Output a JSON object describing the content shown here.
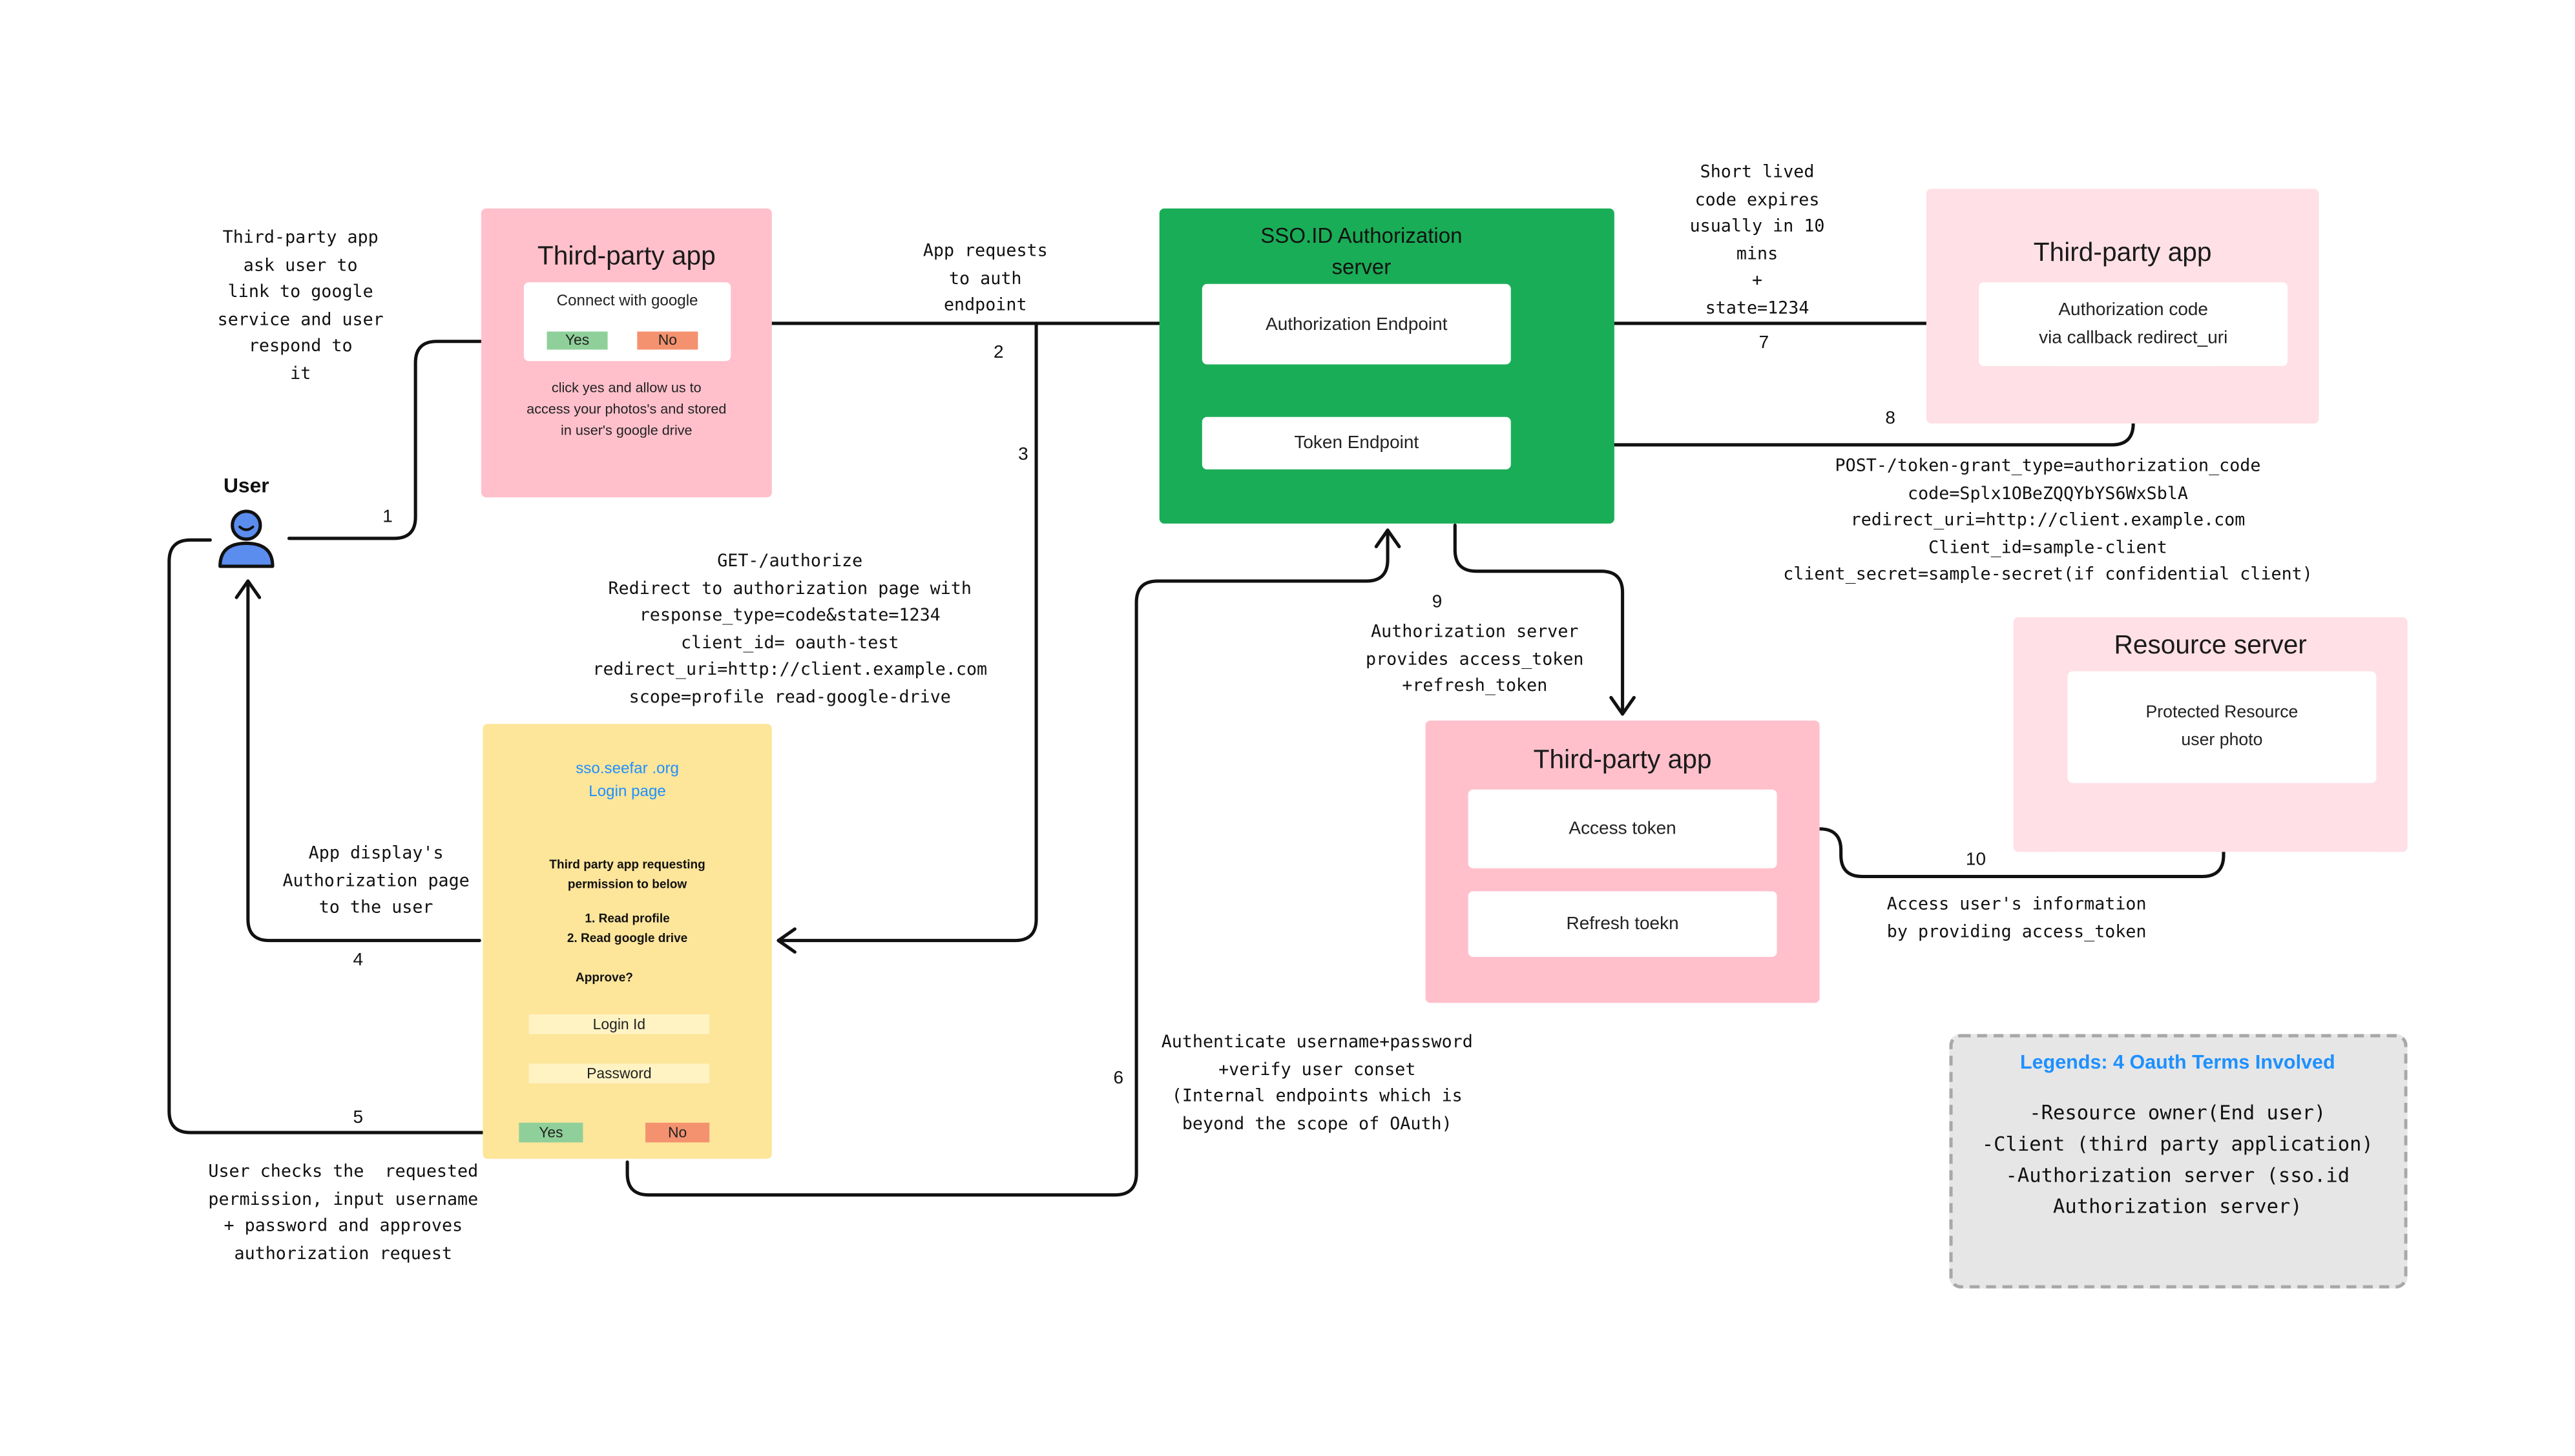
{
  "colors": {
    "pink_panel": "#ffc0cb",
    "light_pink_panel": "#ffe0e6",
    "green_panel": "#1aad57",
    "yellow_panel": "#fde59a",
    "yes_button": "#8fd09a",
    "no_button": "#f4926f",
    "user_icon": "#5b8def",
    "legend_title": "#1e90ff",
    "link_blue": "#1e90ff",
    "legend_bg": "#e6e6e6"
  },
  "user": {
    "label": "User",
    "icon": "user-icon"
  },
  "notes": {
    "ask_user": "Third-party app\nask user to\nlink to google\nservice and user\nrespond to\nit",
    "app_requests": "App requests\nto auth\nendpoint",
    "short_lived": "Short lived\ncode expires\nusually in 10\nmins\n+\nstate=1234",
    "get_authorize": "GET-/authorize\nRedirect to authorization page with\nresponse_type=code&state=1234\nclient_id= oauth-test\nredirect_uri=http://client.example.com\nscope=profile read-google-drive",
    "post_token": "POST-/token-grant_type=authorization_code\ncode=Splx1OBeZQQYbYS6WxSblA\nredirect_uri=http://client.example.com\nClient_id=sample-client\nclient_secret=sample-secret(if confidential client)",
    "provides_token": "Authorization server\nprovides access_token\n+refresh_token",
    "display_auth": "App display's\nAuthorization page\nto the user",
    "authenticate": "Authenticate username+password\n+verify user conset\n(Internal endpoints which is\nbeyond the scope of OAuth)",
    "user_checks": "User checks the  requested\npermission, input username\n+ password and approves\nauthorization request",
    "access_info": "Access user's information\nby providing access_token"
  },
  "steps": [
    "1",
    "2",
    "3",
    "4",
    "5",
    "6",
    "7",
    "8",
    "9",
    "10"
  ],
  "third_party_app_1": {
    "title": "Third-party app",
    "connect_label": "Connect with google",
    "yes": "Yes",
    "no": "No",
    "description": "click yes and allow us to\naccess your photos's and stored\nin user's google drive"
  },
  "sso_server": {
    "title": "SSO.ID Authorization\nserver",
    "auth_endpoint": "Authorization Endpoint",
    "token_endpoint": "Token Endpoint"
  },
  "third_party_app_2": {
    "title": "Third-party app",
    "card_text": "Authorization code\nvia callback redirect_uri"
  },
  "login_page": {
    "domain": "sso.seefar .org",
    "title": "Login page",
    "requesting": "Third party app requesting\npermission to below",
    "permissions": "1. Read profile\n2. Read google drive",
    "approve": "Approve?",
    "login_id": "Login Id",
    "password": "Password",
    "yes": "Yes",
    "no": "No"
  },
  "third_party_app_3": {
    "title": "Third-party app",
    "access_token": "Access token",
    "refresh_token": "Refresh toekn"
  },
  "resource_server": {
    "title": "Resource server",
    "card_text": "Protected Resource\nuser photo"
  },
  "legend": {
    "title": "Legends: 4 Oauth Terms Involved",
    "items": "-Resource owner(End user)\n-Client (third party application)\n-Authorization server (sso.id\nAuthorization server)"
  }
}
